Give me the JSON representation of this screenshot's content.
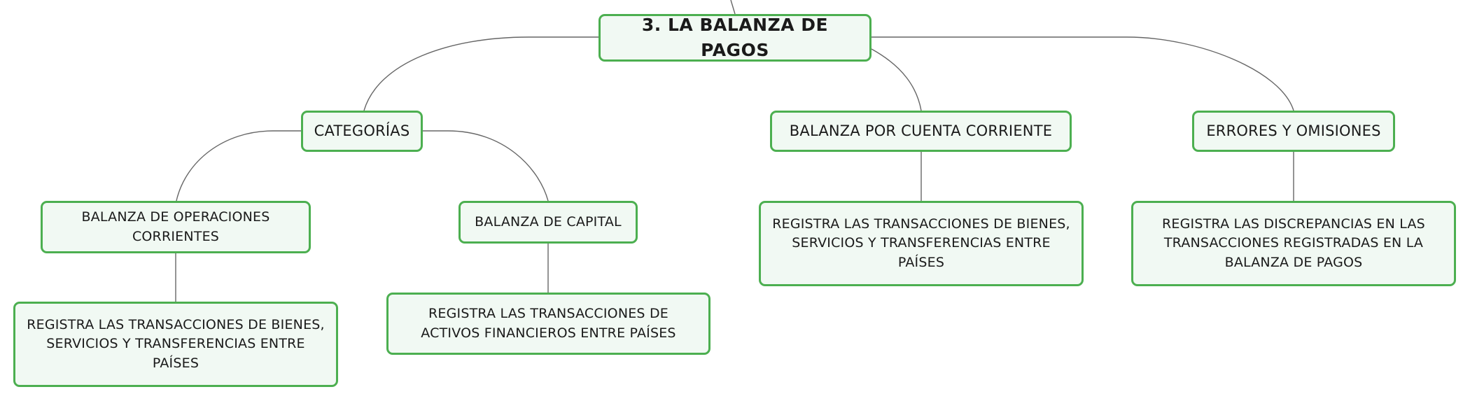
{
  "root": {
    "label": "3. LA BALANZA DE PAGOS"
  },
  "branches": {
    "categorias": "CATEGORÍAS",
    "cuenta_corriente": "BALANZA POR CUENTA CORRIENTE",
    "errores": "ERRORES Y OMISIONES"
  },
  "subcategories": {
    "operaciones_corrientes": "BALANZA DE OPERACIONES CORRIENTES",
    "capital": "BALANZA DE CAPITAL"
  },
  "descriptions": {
    "operaciones_corrientes": "REGISTRA LAS TRANSACCIONES DE BIENES, SERVICIOS Y TRANSFERENCIAS ENTRE PAÍSES",
    "capital": "REGISTRA LAS TRANSACCIONES DE ACTIVOS FINANCIEROS ENTRE PAÍSES",
    "cuenta_corriente": "REGISTRA LAS TRANSACCIONES DE BIENES, SERVICIOS Y TRANSFERENCIAS ENTRE PAÍSES",
    "errores": "REGISTRA LAS DISCREPANCIAS EN LAS TRANSACCIONES REGISTRADAS EN LA BALANZA DE PAGOS"
  }
}
